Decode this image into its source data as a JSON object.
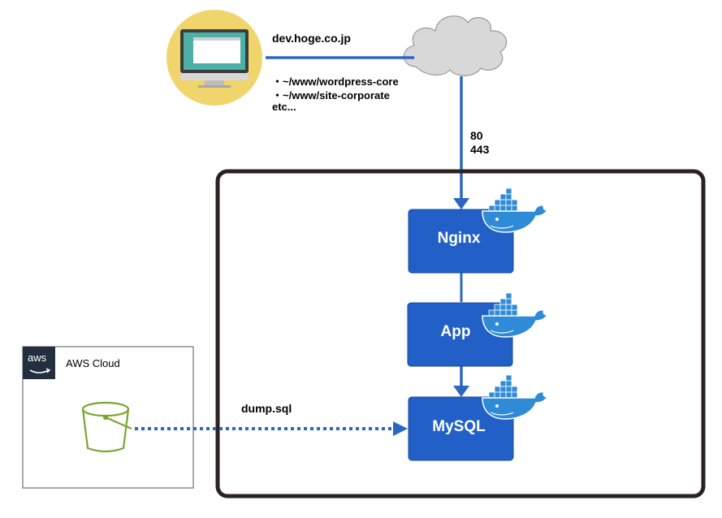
{
  "domain_label": "dev.hoge.co.jp",
  "paths": [
    "・~/www/wordpress-core",
    "・~/www/site-corporate",
    "etc..."
  ],
  "ports": [
    "80",
    "443"
  ],
  "containers": {
    "nginx": "Nginx",
    "app": "App",
    "mysql": "MySQL"
  },
  "aws": {
    "logo_text": "aws",
    "title": "AWS Cloud"
  },
  "dump_label": "dump.sql",
  "colors": {
    "container_fill": "#2260c8",
    "line": "#2a66c4",
    "host_border": "#2a2220",
    "docker_blue": "#2f8bd8",
    "bucket_green": "#7aa630",
    "cloud_fill": "#d8d8d8",
    "computer_circle": "#efd56b"
  },
  "icons": [
    "computer-icon",
    "cloud-icon",
    "docker-icon",
    "aws-logo-icon",
    "s3-bucket-icon"
  ]
}
